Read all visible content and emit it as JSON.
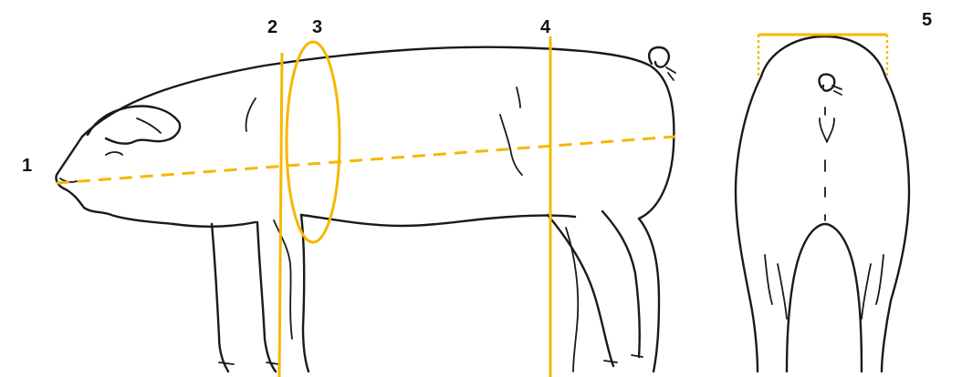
{
  "markers": {
    "m1": "1",
    "m2": "2",
    "m3": "3",
    "m4": "4",
    "m5": "5"
  },
  "colors": {
    "measurement": "#F5B800",
    "ink": "#1a1a1a",
    "background": "#ffffff"
  },
  "icons": {
    "pig_side": "pig-side-view-drawing",
    "pig_rear": "pig-rear-view-drawing"
  }
}
